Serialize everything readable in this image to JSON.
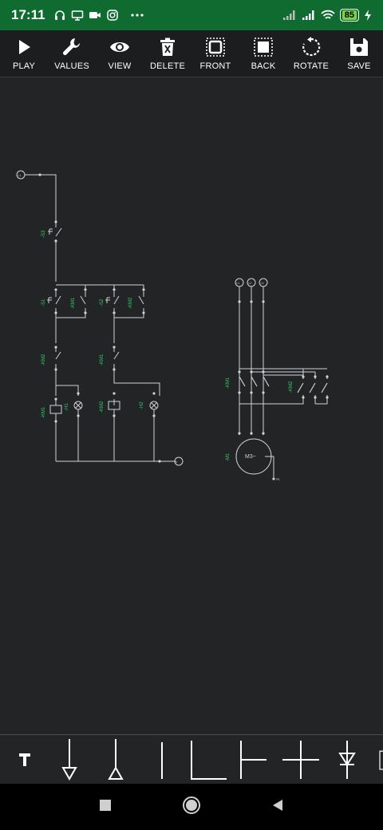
{
  "status": {
    "time": "17:11",
    "battery": "85",
    "icons": [
      "headset-icon",
      "screen-icon",
      "video-icon",
      "instagram-icon",
      "more-icon",
      "signal-icon",
      "signal-icon",
      "wifi-icon",
      "battery-icon",
      "charging-icon"
    ]
  },
  "toolbar": {
    "items": [
      {
        "label": "PLAY",
        "icon": "play-icon"
      },
      {
        "label": "VALUES",
        "icon": "wrench-icon"
      },
      {
        "label": "VIEW",
        "icon": "eye-icon"
      },
      {
        "label": "DELETE",
        "icon": "trash-icon"
      },
      {
        "label": "FRONT",
        "icon": "bring-front-icon"
      },
      {
        "label": "BACK",
        "icon": "send-back-icon"
      },
      {
        "label": "ROTATE",
        "icon": "rotate-icon"
      },
      {
        "label": "SAVE",
        "icon": "save-icon"
      }
    ]
  },
  "diagram": {
    "labels": {
      "s3": "-S3",
      "s1": "-S1",
      "s2": "-S2",
      "km1a": "-KM1",
      "km2a": "-KM2",
      "km2b": "-KM2",
      "km1b": "-KM1",
      "km1c": "-KM1",
      "h1": "-H1",
      "km2c": "-KM2",
      "h2": "-H2",
      "km1d": "-KM1",
      "km2d": "-KM2",
      "m1": "-M1",
      "motor": "M3~",
      "pe": "PE",
      "l1": "L1",
      "l2": "L2",
      "l3": "L3",
      "n": "N"
    },
    "colors": {
      "line": "#cfd3d6",
      "label": "#2fd26a",
      "background": "#222426"
    }
  },
  "palette": {
    "items": [
      "text-tool-icon",
      "ground-down-icon",
      "ground-up-icon",
      "wire-vertical-icon",
      "wire-corner-icon",
      "wire-tee-icon",
      "wire-cross-icon",
      "diode-icon",
      "component-partial-icon"
    ]
  },
  "navbar": {
    "icons": [
      "recents-icon",
      "home-icon",
      "back-icon"
    ]
  }
}
